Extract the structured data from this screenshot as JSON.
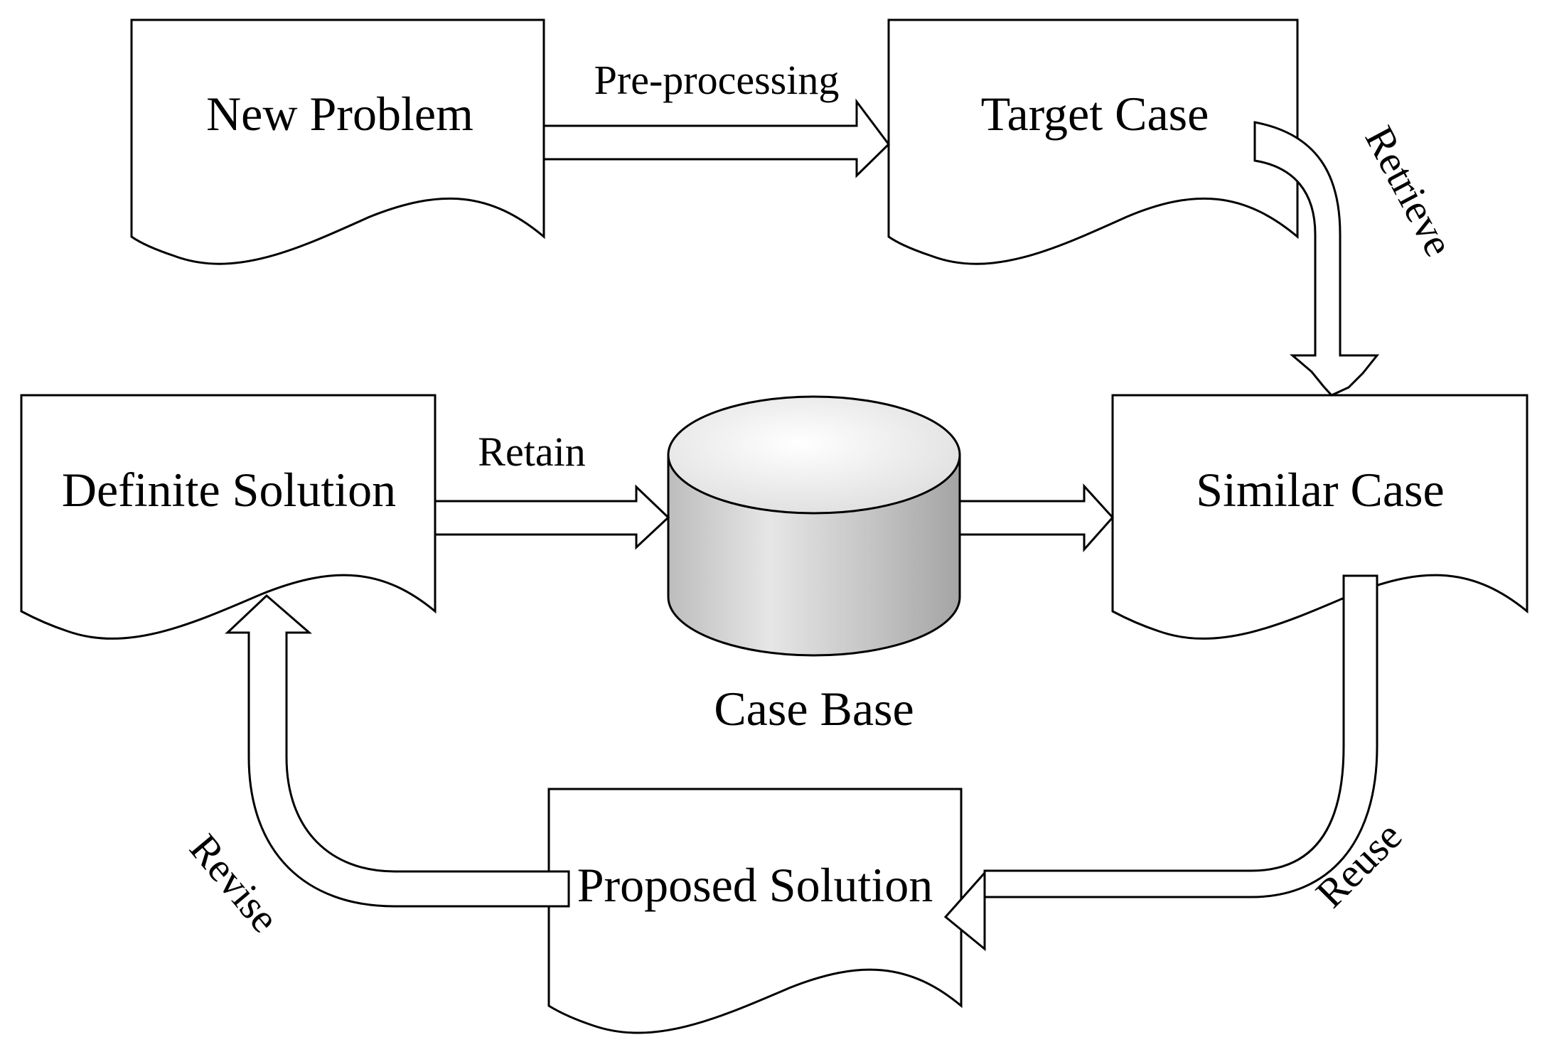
{
  "nodes": {
    "new_problem": "New Problem",
    "target_case": "Target Case",
    "similar_case": "Similar Case",
    "definite_solution": "Definite Solution",
    "proposed_solution": "Proposed Solution",
    "case_base": "Case Base"
  },
  "edges": {
    "preprocessing": "Pre-processing",
    "retrieve": "Retrieve",
    "retain": "Retain",
    "reuse": "Reuse",
    "revise": "Revise"
  },
  "colors": {
    "stroke": "#000000",
    "fill": "#ffffff",
    "cylinder_light": "#f4f4f4",
    "cylinder_dark": "#a9a9a9"
  }
}
